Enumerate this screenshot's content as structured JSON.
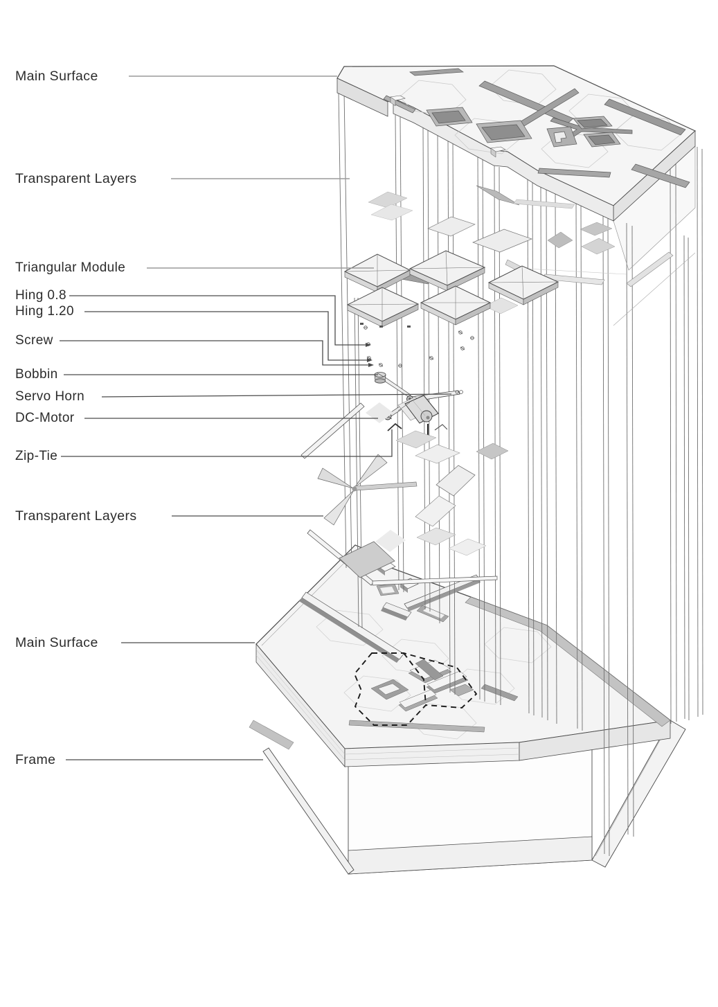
{
  "figure": {
    "type": "exploded-axonometric-assembly-diagram",
    "background": "#ffffff"
  },
  "labels": [
    {
      "id": "main-surface-top",
      "text": "Main Surface"
    },
    {
      "id": "transparent-layers-top",
      "text": "Transparent Layers"
    },
    {
      "id": "triangular-module",
      "text": "Triangular Module"
    },
    {
      "id": "hing-0-8",
      "text": "Hing 0.8"
    },
    {
      "id": "hing-1-20",
      "text": "Hing 1.20"
    },
    {
      "id": "screw",
      "text": "Screw"
    },
    {
      "id": "bobbin",
      "text": "Bobbin"
    },
    {
      "id": "servo-horn",
      "text": "Servo Horn"
    },
    {
      "id": "dc-motor",
      "text": "DC-Motor"
    },
    {
      "id": "zip-tie",
      "text": "Zip-Tie"
    },
    {
      "id": "transparent-layers-bottom",
      "text": "Transparent Layers"
    },
    {
      "id": "main-surface-bottom",
      "text": "Main Surface"
    },
    {
      "id": "frame",
      "text": "Frame"
    }
  ],
  "colors": {
    "label_text": "#2c2c2c",
    "leader_gray": "#9a9a9a",
    "leader_dark": "#4a4a4a",
    "edge": "#4a4a4a",
    "surface_light": "#f4f4f4",
    "surface_mid": "#e6e6e6",
    "slot_dark": "#9b9b9b",
    "ridge_gray": "#c3c3c3",
    "dashed_outline": "#1a1a1a"
  }
}
